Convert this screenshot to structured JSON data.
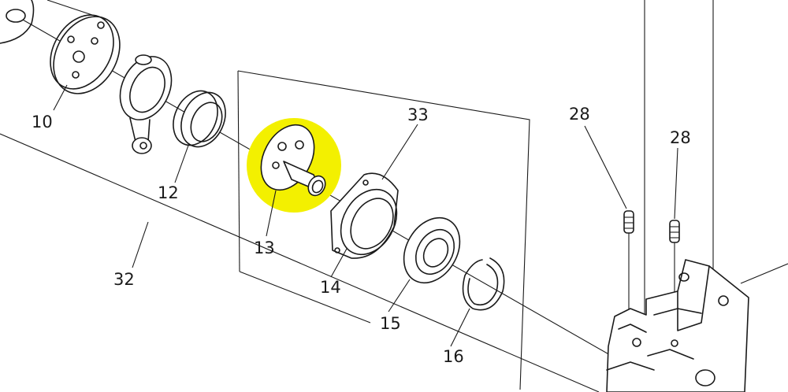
{
  "diagram": {
    "highlight_color": "#f3f000",
    "ink_color": "#1a1a1a",
    "highlighted_part": "13",
    "callouts": {
      "c10": "10",
      "c12": "12",
      "c13": "13",
      "c14": "14",
      "c15": "15",
      "c16": "16",
      "c28a": "28",
      "c28b": "28",
      "c32": "32",
      "c33": "33"
    }
  }
}
